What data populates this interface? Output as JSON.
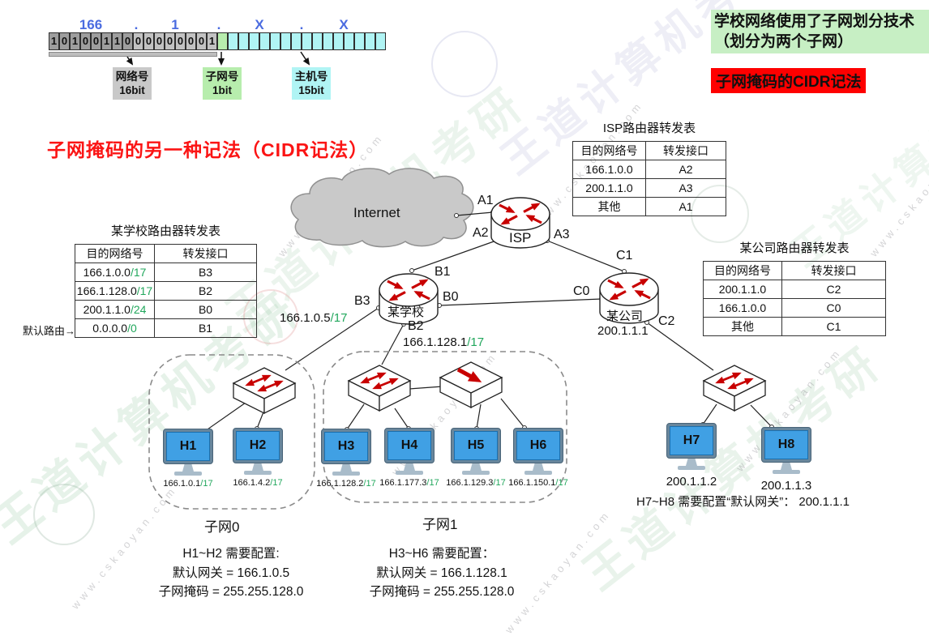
{
  "watermark": {
    "brand": "王道计算机考研",
    "site": "www.cskaoyan.com"
  },
  "bit_diagram": {
    "octets": [
      "166",
      "1",
      "X",
      "X"
    ],
    "dot": ".",
    "network_bits": [
      "1",
      "0",
      "1",
      "0",
      "0",
      "1",
      "1",
      "0"
    ],
    "network_bits2": [
      "0",
      "0",
      "0",
      "0",
      "0",
      "0",
      "0",
      "1"
    ],
    "subnet_cells": 1,
    "host_cells": 15,
    "legend": [
      {
        "label": "网络号",
        "sub": "16bit"
      },
      {
        "label": "子网号",
        "sub": "1bit"
      },
      {
        "label": "主机号",
        "sub": "15bit"
      }
    ]
  },
  "banners": {
    "green_line1": "学校网络使用了子网划分技术",
    "green_line2": "（划分为两个子网）",
    "red": "子网掩码的CIDR记法"
  },
  "title": "子网掩码的另一种记法（CIDR记法）",
  "tables": {
    "isp": {
      "title": "ISP路由器转发表",
      "headers": [
        "目的网络号",
        "转发接口"
      ],
      "rows": [
        [
          "166.1.0.0",
          "A2"
        ],
        [
          "200.1.1.0",
          "A3"
        ],
        [
          "其他",
          "A1"
        ]
      ]
    },
    "school": {
      "title": "某学校路由器转发表",
      "headers": [
        "目的网络号",
        "转发接口"
      ],
      "rows": [
        {
          "net": "166.1.0.0",
          "cidr": "/17",
          "port": "B3"
        },
        {
          "net": "166.1.128.0",
          "cidr": "/17",
          "port": "B2"
        },
        {
          "net": "200.1.1.0",
          "cidr": "/24",
          "port": "B0"
        },
        {
          "net": "0.0.0.0",
          "cidr": "/0",
          "port": "B1"
        }
      ],
      "default_route_label": "默认路由→"
    },
    "company": {
      "title": "某公司路由器转发表",
      "headers": [
        "目的网络号",
        "转发接口"
      ],
      "rows": [
        [
          "200.1.1.0",
          "C2"
        ],
        [
          "166.1.0.0",
          "C0"
        ],
        [
          "其他",
          "C1"
        ]
      ]
    }
  },
  "network": {
    "internet": "Internet",
    "isp": {
      "name": "ISP",
      "a1": "A1",
      "a2": "A2",
      "a3": "A3"
    },
    "school": {
      "name": "某学校",
      "b0": "B0",
      "b1": "B1",
      "b2": "B2",
      "b3": "B3",
      "b3_ip": "166.1.0.5",
      "b3_cidr": "/17",
      "b2_ip": "166.1.128.1",
      "b2_cidr": "/17"
    },
    "company": {
      "name": "某公司",
      "c0": "C0",
      "c1": "C1",
      "c2": "C2",
      "ip": "200.1.1.1"
    }
  },
  "subnet0": {
    "label": "子网0",
    "hosts": [
      {
        "name": "H1",
        "ip": "166.1.0.1",
        "cidr": "/17"
      },
      {
        "name": "H2",
        "ip": "166.1.4.2",
        "cidr": "/17"
      }
    ]
  },
  "subnet1": {
    "label": "子网1",
    "hosts": [
      {
        "name": "H3",
        "ip": "166.1.128.2",
        "cidr": "/17"
      },
      {
        "name": "H4",
        "ip": "166.1.177.3",
        "cidr": "/17"
      },
      {
        "name": "H5",
        "ip": "166.1.129.3",
        "cidr": "/17"
      },
      {
        "name": "H6",
        "ip": "166.1.150.1",
        "cidr": "/17"
      }
    ]
  },
  "company_lan": {
    "hosts": [
      {
        "name": "H7",
        "ip": "200.1.1.2"
      },
      {
        "name": "H8",
        "ip": "200.1.1.3"
      }
    ],
    "note": "H7~H8 需要配置“默认网关”： 200.1.1.1"
  },
  "config_notes": {
    "subnet0": {
      "line1": "H1~H2 需要配置:",
      "line2": "默认网关 = 166.1.0.5",
      "line3": "子网掩码 = 255.255.128.0"
    },
    "subnet1": {
      "line1": "H3~H6 需要配置：",
      "line2": "默认网关 = 166.1.128.1",
      "line3": "子网掩码 = 255.255.128.0"
    }
  },
  "colors": {
    "cidr_green": "#21a75c",
    "banner_green_bg": "#c7efc4",
    "banner_red_bg": "#fe0000",
    "title_red": "#fb1414",
    "octet_blue": "#4a6be0",
    "router_arrow_red": "#c80000"
  }
}
